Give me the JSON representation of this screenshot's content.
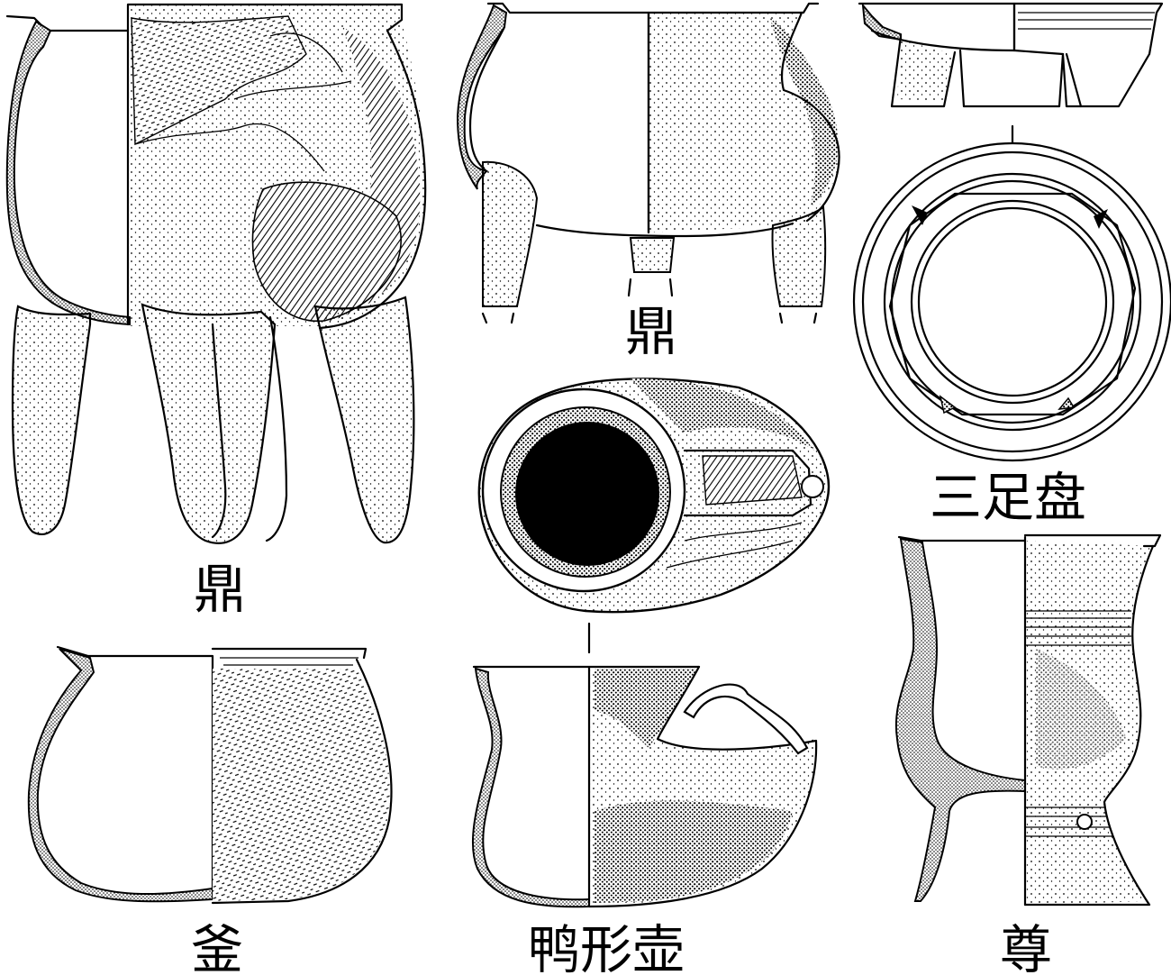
{
  "plate": {
    "labels": {
      "ding_large": "鼎",
      "ding_small": "鼎",
      "sanzupan": "三足盘",
      "fu": "釜",
      "yaxinghu": "鸭形壶",
      "zun": "尊"
    }
  }
}
